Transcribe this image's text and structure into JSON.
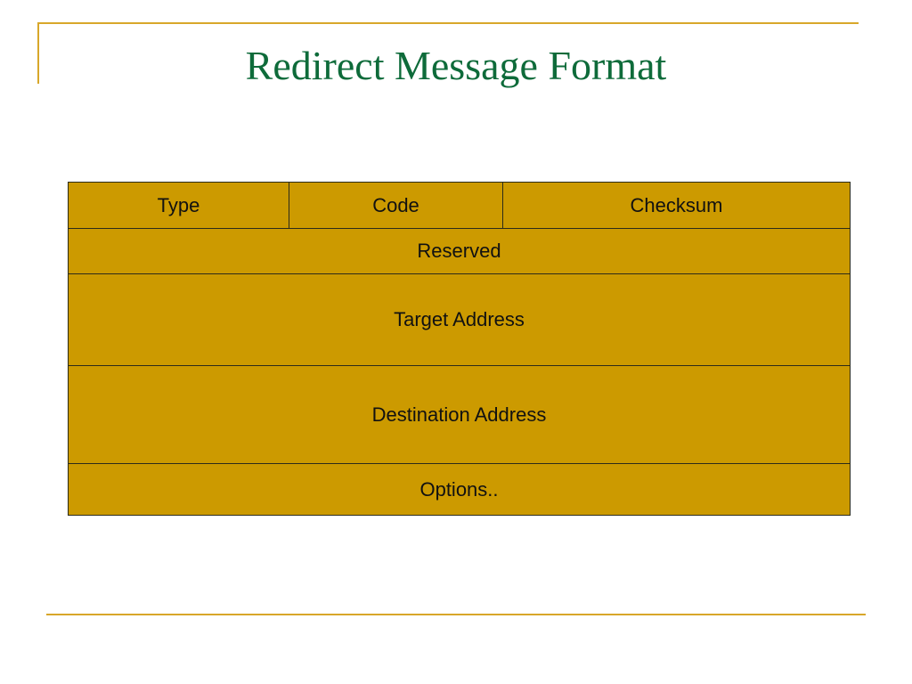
{
  "slide": {
    "title": "Redirect Message Format"
  },
  "packet": {
    "rows": [
      {
        "fields": [
          "Type",
          "Code",
          "Checksum"
        ]
      },
      {
        "fields": [
          "Reserved"
        ]
      },
      {
        "fields": [
          "Target Address"
        ]
      },
      {
        "fields": [
          "Destination Address"
        ]
      },
      {
        "fields": [
          "Options.."
        ]
      }
    ]
  },
  "colors": {
    "title": "#0e6b3a",
    "accent_line": "#d8a72a",
    "field_fill": "#cc9a00",
    "field_border": "#2b2b1a"
  }
}
